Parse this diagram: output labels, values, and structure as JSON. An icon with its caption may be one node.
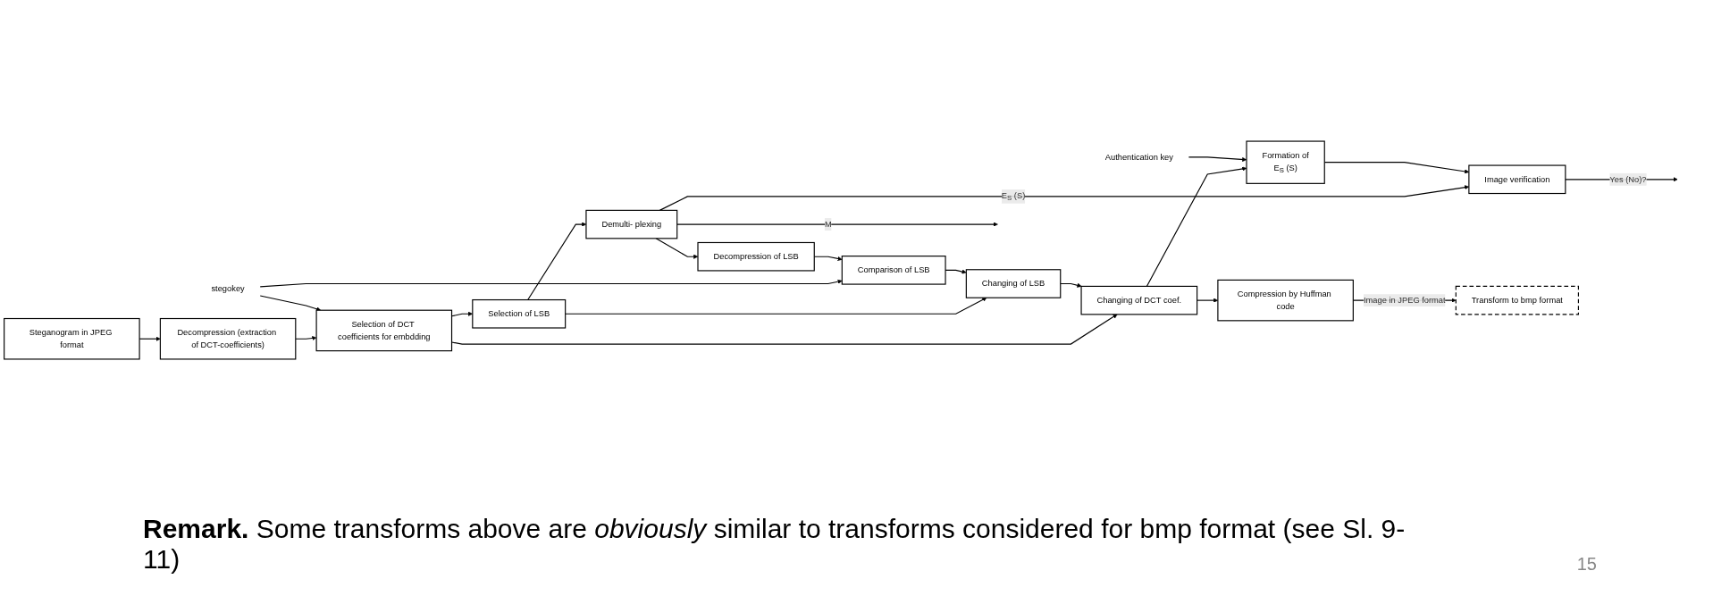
{
  "diagram": {
    "nodes": [
      {
        "text": [
          "Steganogram in JPEG format"
        ]
      },
      {
        "text": [
          "Decompression (extraction of DCT-coefficients)"
        ]
      },
      {
        "text": [
          "Selection of DCT coefficients for embdding"
        ]
      },
      {
        "text": [
          "Selection of LSB"
        ]
      },
      {
        "text": [
          "Demulti- plexing"
        ]
      },
      {
        "text": [
          "Compression by Huffman code"
        ]
      },
      {
        "text": [
          "Changing of DCT coef."
        ]
      },
      {
        "text": [
          "Changing of LSB"
        ]
      },
      {
        "text": [
          "Comparison of LSB"
        ]
      },
      {
        "text": [
          "Decompression of LSB"
        ]
      },
      {
        "text": [
          "Image verification"
        ]
      },
      {
        "text": [
          "Transform to bmp format"
        ]
      },
      {
        "text": [
          "Formation of",
          "E$_{S}$ (S)"
        ]
      },
      {
        "text": [
          "Authentication key"
        ]
      },
      {
        "text": [
          "stegokey"
        ]
      }
    ],
    "edges": [
      {
        "from": 0,
        "to": 1,
        "arrow": "to"
      },
      {
        "from": 1,
        "to": 2,
        "arrow": "to"
      },
      {
        "from": 2,
        "to": 3,
        "arrow": "to"
      },
      {
        "from": 3,
        "to": 4,
        "arrow": "to"
      },
      {
        "from": 4,
        "to": null,
        "arrow": "to",
        "label": "M"
      },
      {
        "from": 2,
        "to": 6,
        "arrow": "to"
      },
      {
        "from": 3,
        "to": 7,
        "arrow": "to"
      },
      {
        "from": 14,
        "to": 2,
        "arrow": "to"
      },
      {
        "from": 14,
        "to": 8,
        "arrow": "to"
      },
      {
        "from": 4,
        "to": 9,
        "arrow": "to"
      },
      {
        "from": 4,
        "to": 10,
        "arrow": "to",
        "label": "E$_{S}$ (S)"
      },
      {
        "from": 9,
        "to": 8,
        "arrow": "to"
      },
      {
        "from": 8,
        "to": 7,
        "arrow": "to"
      },
      {
        "from": 7,
        "to": 6,
        "arrow": "to"
      },
      {
        "from": 6,
        "to": 5,
        "arrow": "to"
      },
      {
        "from": 5,
        "to": 11,
        "arrow": "to",
        "label": "Image in JPEG format"
      },
      {
        "from": 6,
        "to": 12,
        "arrow": "to"
      },
      {
        "from": 13,
        "to": 12,
        "arrow": "to"
      },
      {
        "from": 12,
        "to": 10,
        "arrow": "to"
      },
      {
        "from": 10,
        "to": null,
        "arrow": "to",
        "label": "Yes (No)?"
      }
    ],
    "labels": [
      "**Remark.** Some transforms above are *obviously* similar to transforms considered for bmp format (see Sl. 9-11)",
      "15"
    ]
  }
}
